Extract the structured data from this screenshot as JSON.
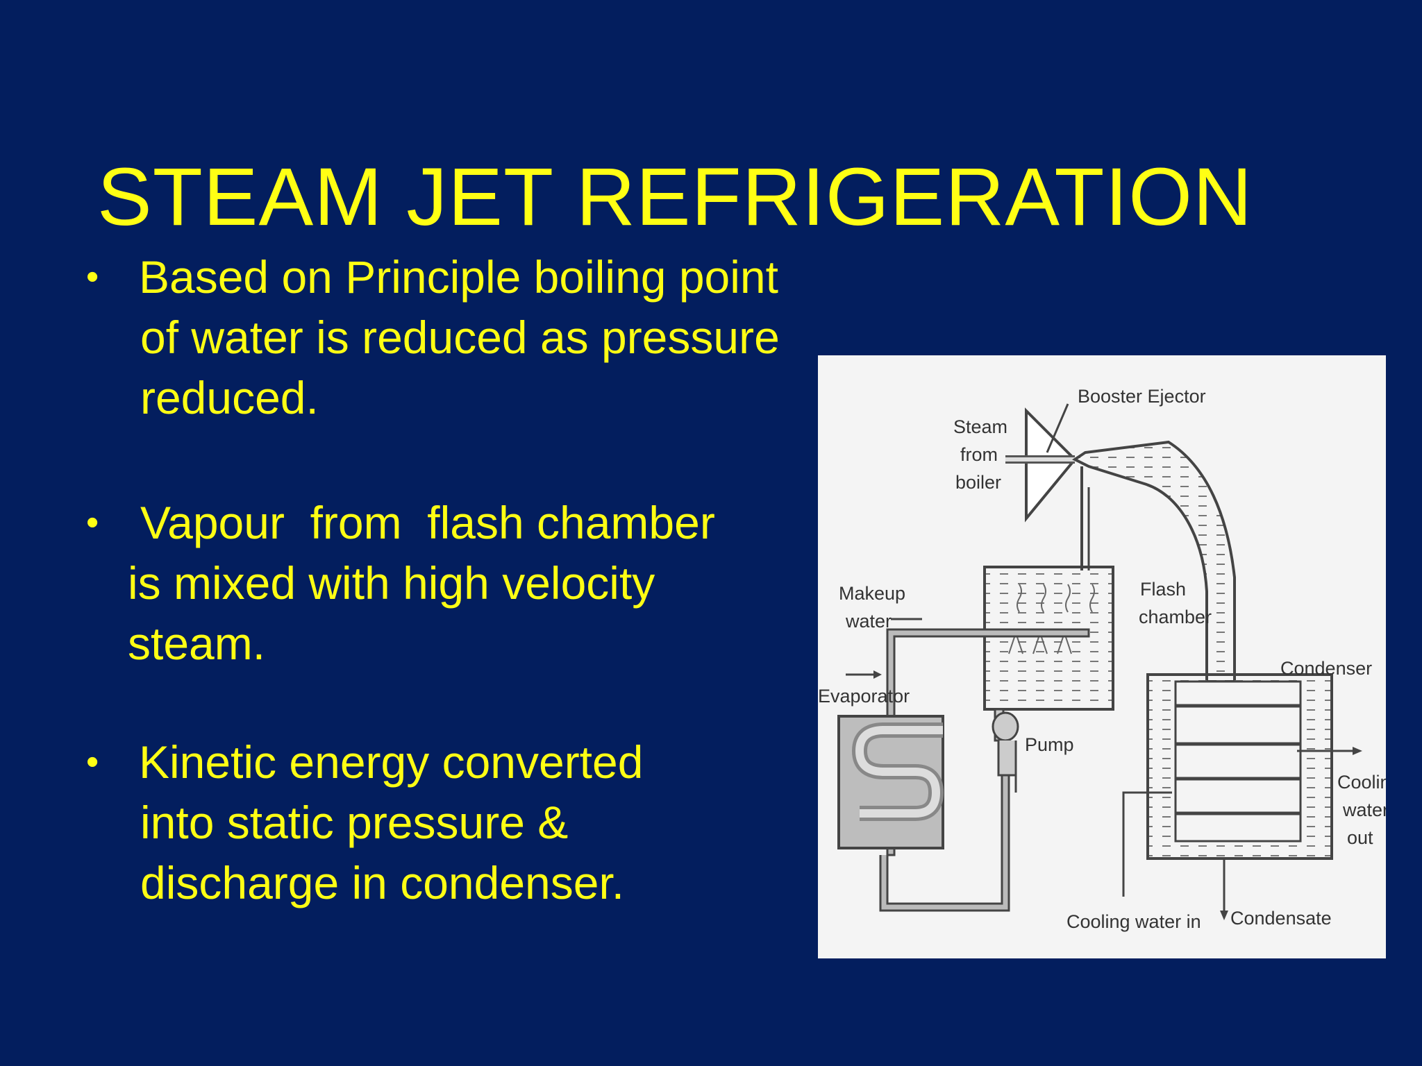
{
  "slide": {
    "title": "STEAM JET REFRIGERATION",
    "bullets": [
      {
        "lines": [
          "Based on Principle boiling point",
          "of water is reduced as pressure",
          "reduced."
        ]
      },
      {
        "lines": [
          "Vapour  from  flash chamber",
          "is mixed with high velocity",
          "steam."
        ]
      },
      {
        "lines": [
          "Kinetic energy converted",
          "into static pressure &",
          "discharge in condenser."
        ]
      }
    ],
    "bullet_glyph": "•"
  },
  "diagram": {
    "labels": {
      "booster_ejector": "Booster Ejector",
      "steam": "Steam",
      "from": "from",
      "boiler": "boiler",
      "flash": "Flash",
      "chamber": "chamber",
      "makeup": "Makeup",
      "water": "water",
      "evaporator": "Evaporator",
      "pump": "Pump",
      "condenser": "Condenser",
      "cooling": "Cooling",
      "water_out_1": "water",
      "out": "out",
      "cooling_water_in": "Cooling water in",
      "condensate": "Condensate"
    }
  },
  "colors": {
    "background": "#031E5E",
    "text": "#FFFF14",
    "figure_bg": "#F4F4F4"
  }
}
